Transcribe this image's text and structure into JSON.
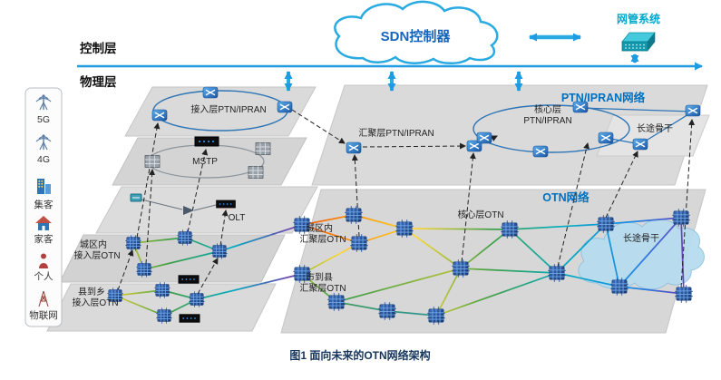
{
  "caption": "图1  面向未来的OTN网络架构",
  "layers": {
    "control": "控制层",
    "physical": "物理层"
  },
  "control_plane": {
    "sdn_controller": "SDN控制器",
    "nms": "网管系统"
  },
  "access_side": {
    "items": [
      {
        "label": "5G",
        "icon": "antenna-5g-icon"
      },
      {
        "label": "4G",
        "icon": "antenna-4g-icon"
      },
      {
        "label": "集客",
        "icon": "building-icon"
      },
      {
        "label": "家客",
        "icon": "home-icon"
      },
      {
        "label": "个人",
        "icon": "person-icon"
      },
      {
        "label": "物联网",
        "icon": "iot-tower-icon"
      }
    ]
  },
  "ptn": {
    "access": "接入层PTN/IPRAN",
    "aggregation": "汇聚层PTN/IPRAN",
    "core_line1": "核心层",
    "core_line2": "PTN/IPRAN",
    "network": "PTN/IPRAN网络",
    "longhaul": "长途骨干"
  },
  "legacy": {
    "mstp": "MSTP",
    "olt": "OLT"
  },
  "otn": {
    "network": "OTN网络",
    "core": "核心层OTN",
    "urban_agg_line1": "城区内",
    "urban_agg_line2": "汇聚层OTN",
    "city_county_line1": "市到县",
    "city_county_line2": "汇聚层OTN",
    "urban_access_line1": "城区内",
    "urban_access_line2": "接入层OTN",
    "county_access_line1": "县到乡",
    "county_access_line2": "接入层OTN",
    "longhaul": "长途骨干"
  },
  "colors": {
    "accent_blue": "#1e9be2",
    "network_label_blue": "#0070c0",
    "nms_teal": "#00a9cc",
    "plane_gray": "#d9d9d9",
    "caption_navy": "#17365d",
    "rainbow": [
      "#e53935",
      "#fb8c00",
      "#fdd835",
      "#43a047",
      "#00acc1",
      "#1e88e5",
      "#8e24aa"
    ]
  }
}
